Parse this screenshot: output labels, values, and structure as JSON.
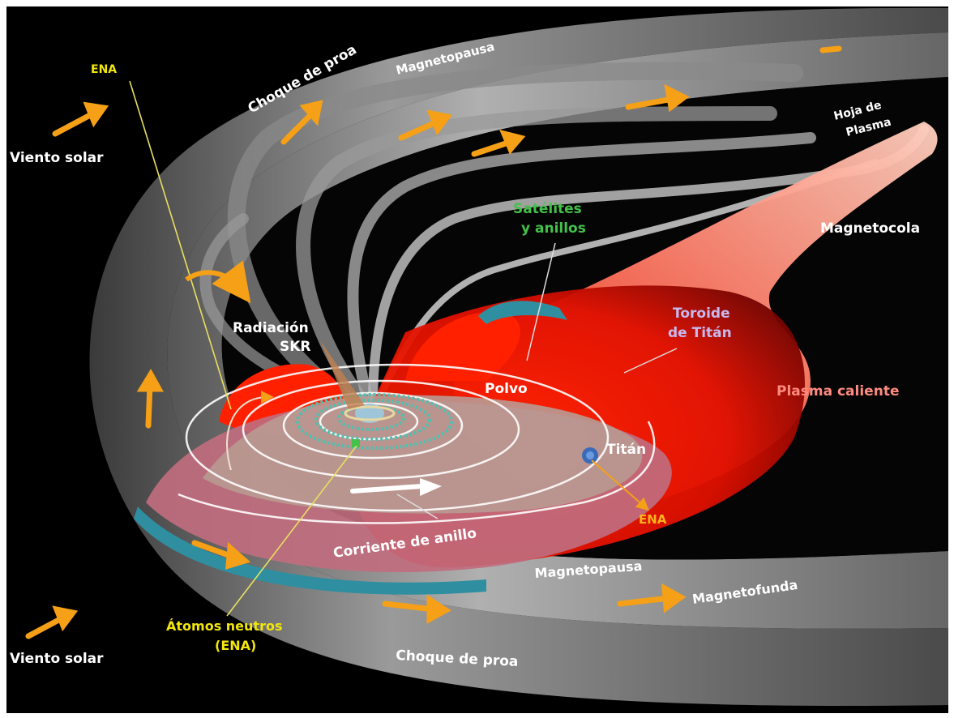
{
  "colors": {
    "background": "#000000",
    "bow_shock": "#7a7a7a",
    "magnetopause": "#5a5a5a",
    "plasma_hot": "#ff1a00",
    "ring_current": "#c06070",
    "torus": "#b89a92",
    "teal": "#2f8fa0",
    "arrow": "#f5a017",
    "label_white": "#ffffff",
    "label_green": "#43c14a",
    "label_yellow": "#f2e60c",
    "label_orange": "#ffb21a",
    "label_lavender": "#c8b8f0"
  },
  "labels": {
    "ena_top": "ENA",
    "solar_wind_top": "Viento solar",
    "bow_shock_top": "Choque de proa",
    "magnetopause_top": "Magnetopausa",
    "plasma_sheet_1": "Hoja de",
    "plasma_sheet_2": "Plasma",
    "satellites_1": "Satélites",
    "satellites_2": "y anillos",
    "magnetotail": "Magnetocola",
    "skr_1": "Radiación",
    "skr_2": "SKR",
    "titan_torus_1": "Toroide",
    "titan_torus_2": "de Titán",
    "dust": "Polvo",
    "hot_plasma": "Plasma caliente",
    "titan": "Titán",
    "ena_bottom": "ENA",
    "ring_current": "Corriente de anillo",
    "magnetopause_bottom": "Magnetopausa",
    "magnetosheath": "Magnetofunda",
    "neutral_atoms_1": "Átomos neutros",
    "neutral_atoms_2": "(ENA)",
    "solar_wind_bottom": "Viento solar",
    "bow_shock_bottom": "Choque de proa"
  },
  "icons": [
    "solar-wind-arrow-icon",
    "flow-arrow-icon",
    "saturn-icon",
    "titan-icon"
  ]
}
